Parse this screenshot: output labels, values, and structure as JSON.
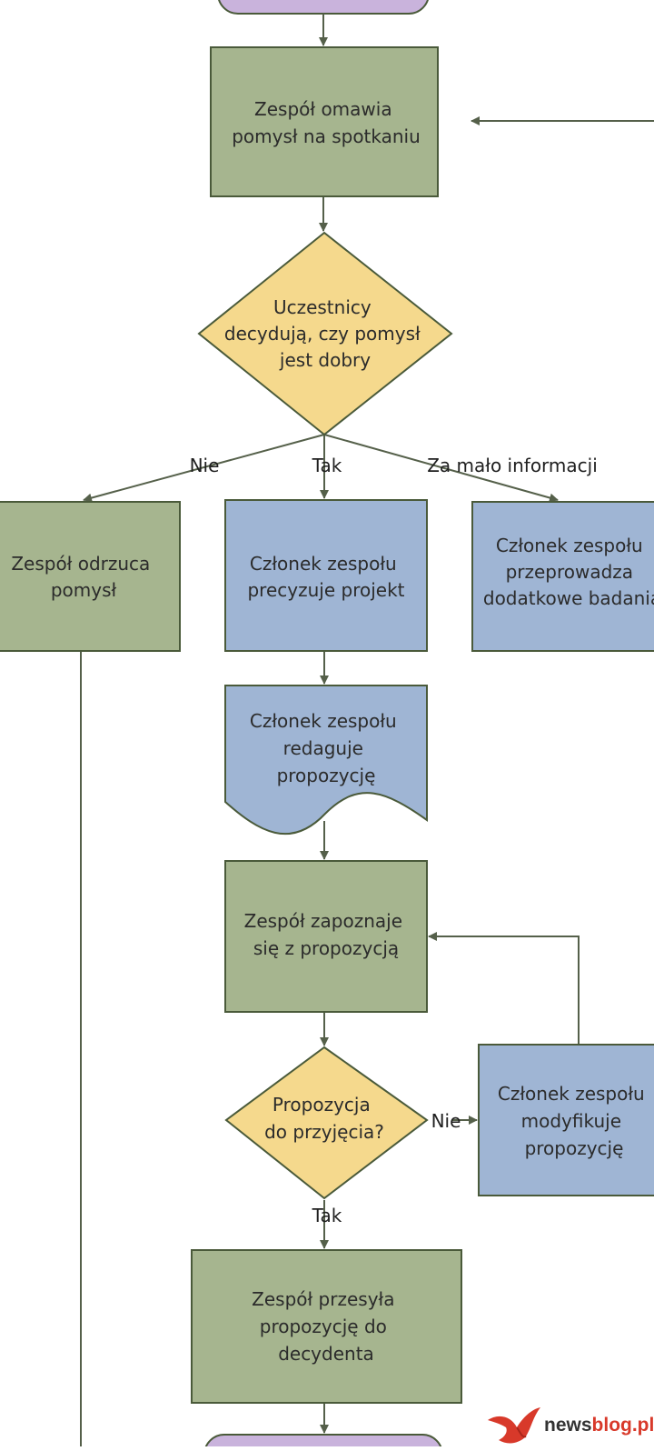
{
  "nodes": {
    "discuss": {
      "lines": [
        "Zespół omawia",
        "pomysł na spotkaniu"
      ]
    },
    "decide": {
      "lines": [
        "Uczestnicy",
        "decydują, czy pomysł",
        "jest dobry"
      ]
    },
    "reject": {
      "lines": [
        "Zespół odrzuca",
        "pomysł"
      ]
    },
    "refine": {
      "lines": [
        "Członek zespołu",
        "precyzuje projekt"
      ]
    },
    "research": {
      "lines": [
        "Członek zespołu",
        "przeprowadza",
        "dodatkowe badania"
      ]
    },
    "draft": {
      "lines": [
        "Członek zespołu",
        "redaguje",
        "propozycję"
      ]
    },
    "review": {
      "lines": [
        "Zespół zapoznaje",
        "się z propozycją"
      ]
    },
    "accept": {
      "lines": [
        "Propozycja",
        "do przyjęcia?"
      ]
    },
    "modify": {
      "lines": [
        "Członek zespołu",
        "modyfikuje",
        "propozycję"
      ]
    },
    "send": {
      "lines": [
        "Zespół przesyła",
        "propozycję do",
        "decydenta"
      ]
    }
  },
  "edge_labels": {
    "no": "Nie",
    "yes": "Tak",
    "info": "Za mało informacji",
    "no2": "Nie",
    "yes2": "Tak"
  },
  "colors": {
    "green": "#a6b58f",
    "blue": "#9fb5d4",
    "yellow": "#f5d98d",
    "purple": "#c9b3dc",
    "stroke": "#4a5a3a",
    "edge": "#55604a"
  },
  "logo": {
    "part1": "news",
    "part2": "blog.pl"
  }
}
